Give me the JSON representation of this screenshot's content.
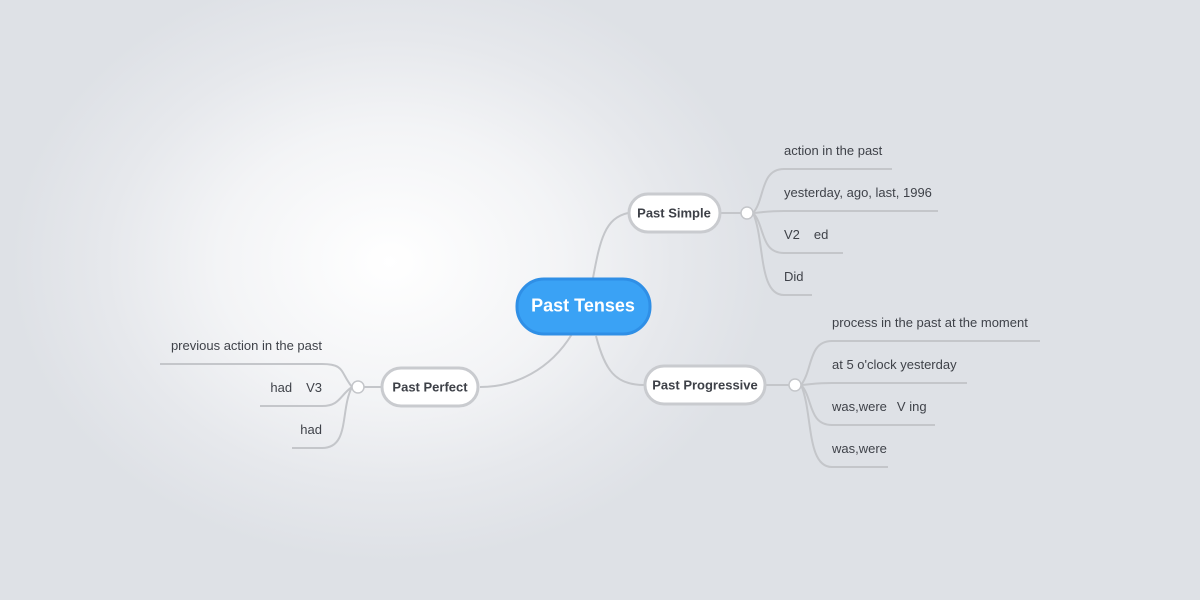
{
  "map": {
    "root": {
      "label": "Past Tenses"
    },
    "branches": {
      "past_simple": {
        "label": "Past Simple",
        "leaves": [
          {
            "parts": [
              "action in the past"
            ]
          },
          {
            "parts": [
              "yesterday, ago, last, 1996"
            ]
          },
          {
            "parts": [
              "V2",
              "ed"
            ]
          },
          {
            "parts": [
              "Did"
            ]
          }
        ]
      },
      "past_progressive": {
        "label": "Past Progressive",
        "leaves": [
          {
            "parts": [
              "process in the past at the moment"
            ]
          },
          {
            "parts": [
              "at 5 o'clock yesterday"
            ]
          },
          {
            "parts": [
              "was,were",
              "V ing"
            ]
          },
          {
            "parts": [
              "was,were"
            ]
          }
        ]
      },
      "past_perfect": {
        "label": "Past Perfect",
        "leaves": [
          {
            "parts": [
              "previous action in the past"
            ]
          },
          {
            "parts": [
              "had",
              "V3"
            ]
          },
          {
            "parts": [
              "had"
            ]
          }
        ]
      }
    }
  },
  "colors": {
    "root_fill": "#3aa2f5",
    "root_border": "#2f8fe6",
    "node_fill": "#ffffff",
    "node_border": "#c9cbcf",
    "connector": "#c4c6ca",
    "text": "#3d4047"
  }
}
